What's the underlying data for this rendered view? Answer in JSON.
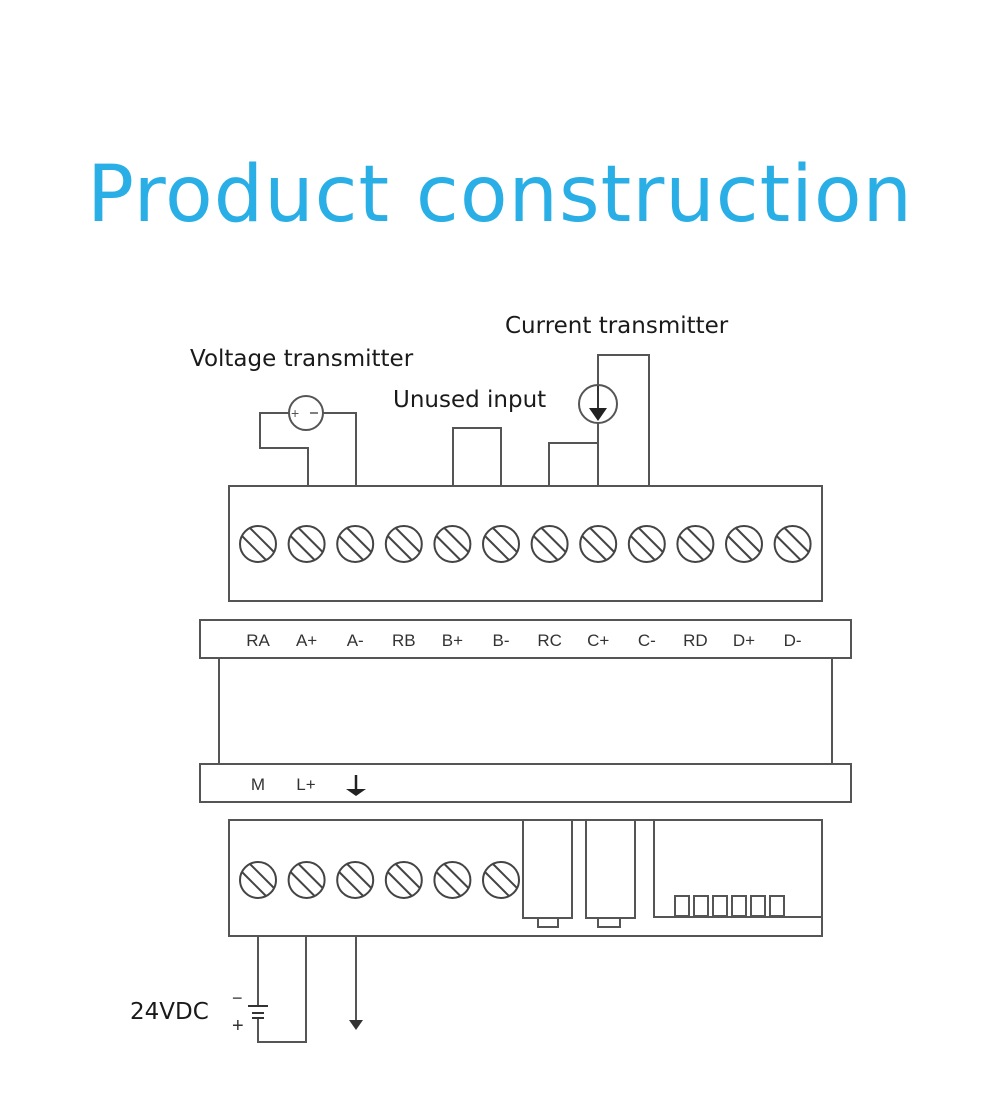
{
  "title": "Product construction",
  "colors": {
    "title": "#29aee6",
    "lines": "#555555",
    "text": "#1a1a1a"
  },
  "labels": {
    "voltage_transmitter": "Voltage transmitter",
    "unused_input": "Unused input",
    "current_transmitter": "Current transmitter",
    "power_supply": "24VDC"
  },
  "top_terminals": [
    "RA",
    "A+",
    "A-",
    "RB",
    "B+",
    "B-",
    "RC",
    "C+",
    "C-",
    "RD",
    "D+",
    "D-"
  ],
  "bottom_terminals": [
    "M",
    "L+"
  ],
  "icons": {
    "ground": "ground-icon",
    "screw": "screw-terminal-icon",
    "voltage_source": "voltage-source-icon",
    "current_source": "current-source-icon",
    "battery": "battery-icon"
  }
}
